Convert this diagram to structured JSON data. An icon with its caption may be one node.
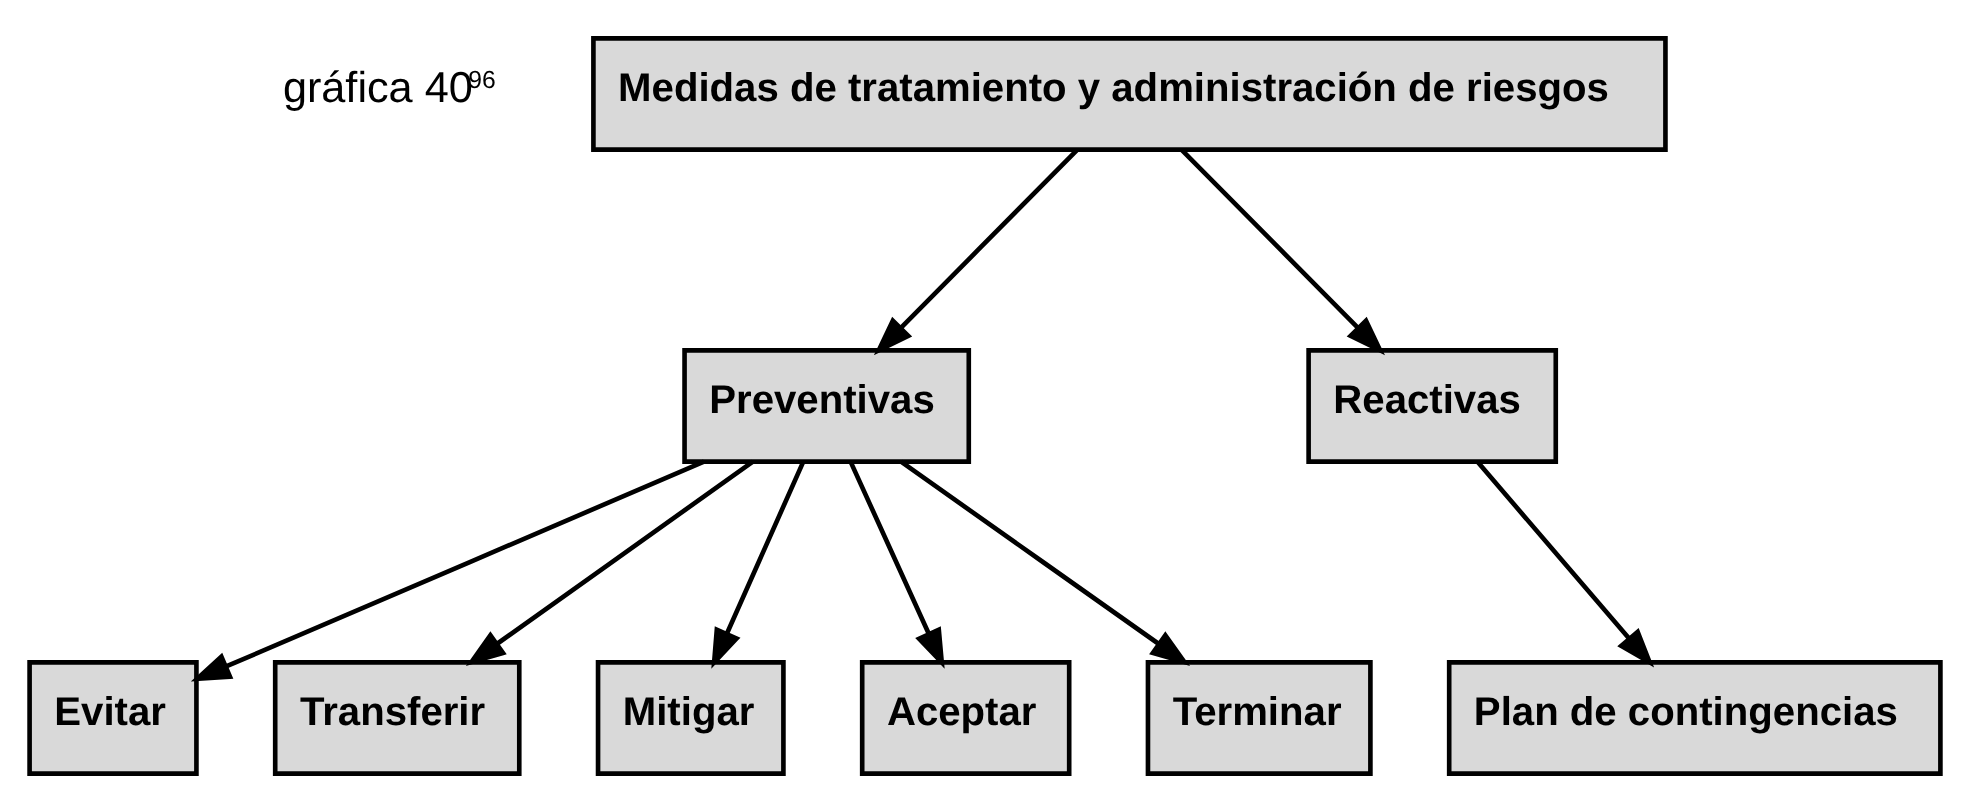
{
  "diagram": {
    "nodes": [
      {
        "text": [
          "Medidas de tratamiento y administración de riesgos"
        ]
      },
      {
        "text": [
          "Preventivas"
        ]
      },
      {
        "text": [
          "Reactivas"
        ]
      },
      {
        "text": [
          "Evitar"
        ]
      },
      {
        "text": [
          "Transferir"
        ]
      },
      {
        "text": [
          "Mitigar"
        ]
      },
      {
        "text": [
          "Aceptar"
        ]
      },
      {
        "text": [
          "Terminar"
        ]
      },
      {
        "text": [
          "Plan de contingencias"
        ]
      }
    ],
    "edges": [
      {
        "from": 0,
        "to": 1,
        "arrow": "to"
      },
      {
        "from": 0,
        "to": 2,
        "arrow": "to"
      },
      {
        "from": 1,
        "to": 3,
        "arrow": "to"
      },
      {
        "from": 1,
        "to": 4,
        "arrow": "to"
      },
      {
        "from": 1,
        "to": 5,
        "arrow": "to"
      },
      {
        "from": 1,
        "to": 6,
        "arrow": "to"
      },
      {
        "from": 1,
        "to": 7,
        "arrow": "to"
      },
      {
        "from": 2,
        "to": 8,
        "arrow": "to"
      }
    ],
    "labels": [
      "gráfica 40$^{96}$"
    ]
  }
}
